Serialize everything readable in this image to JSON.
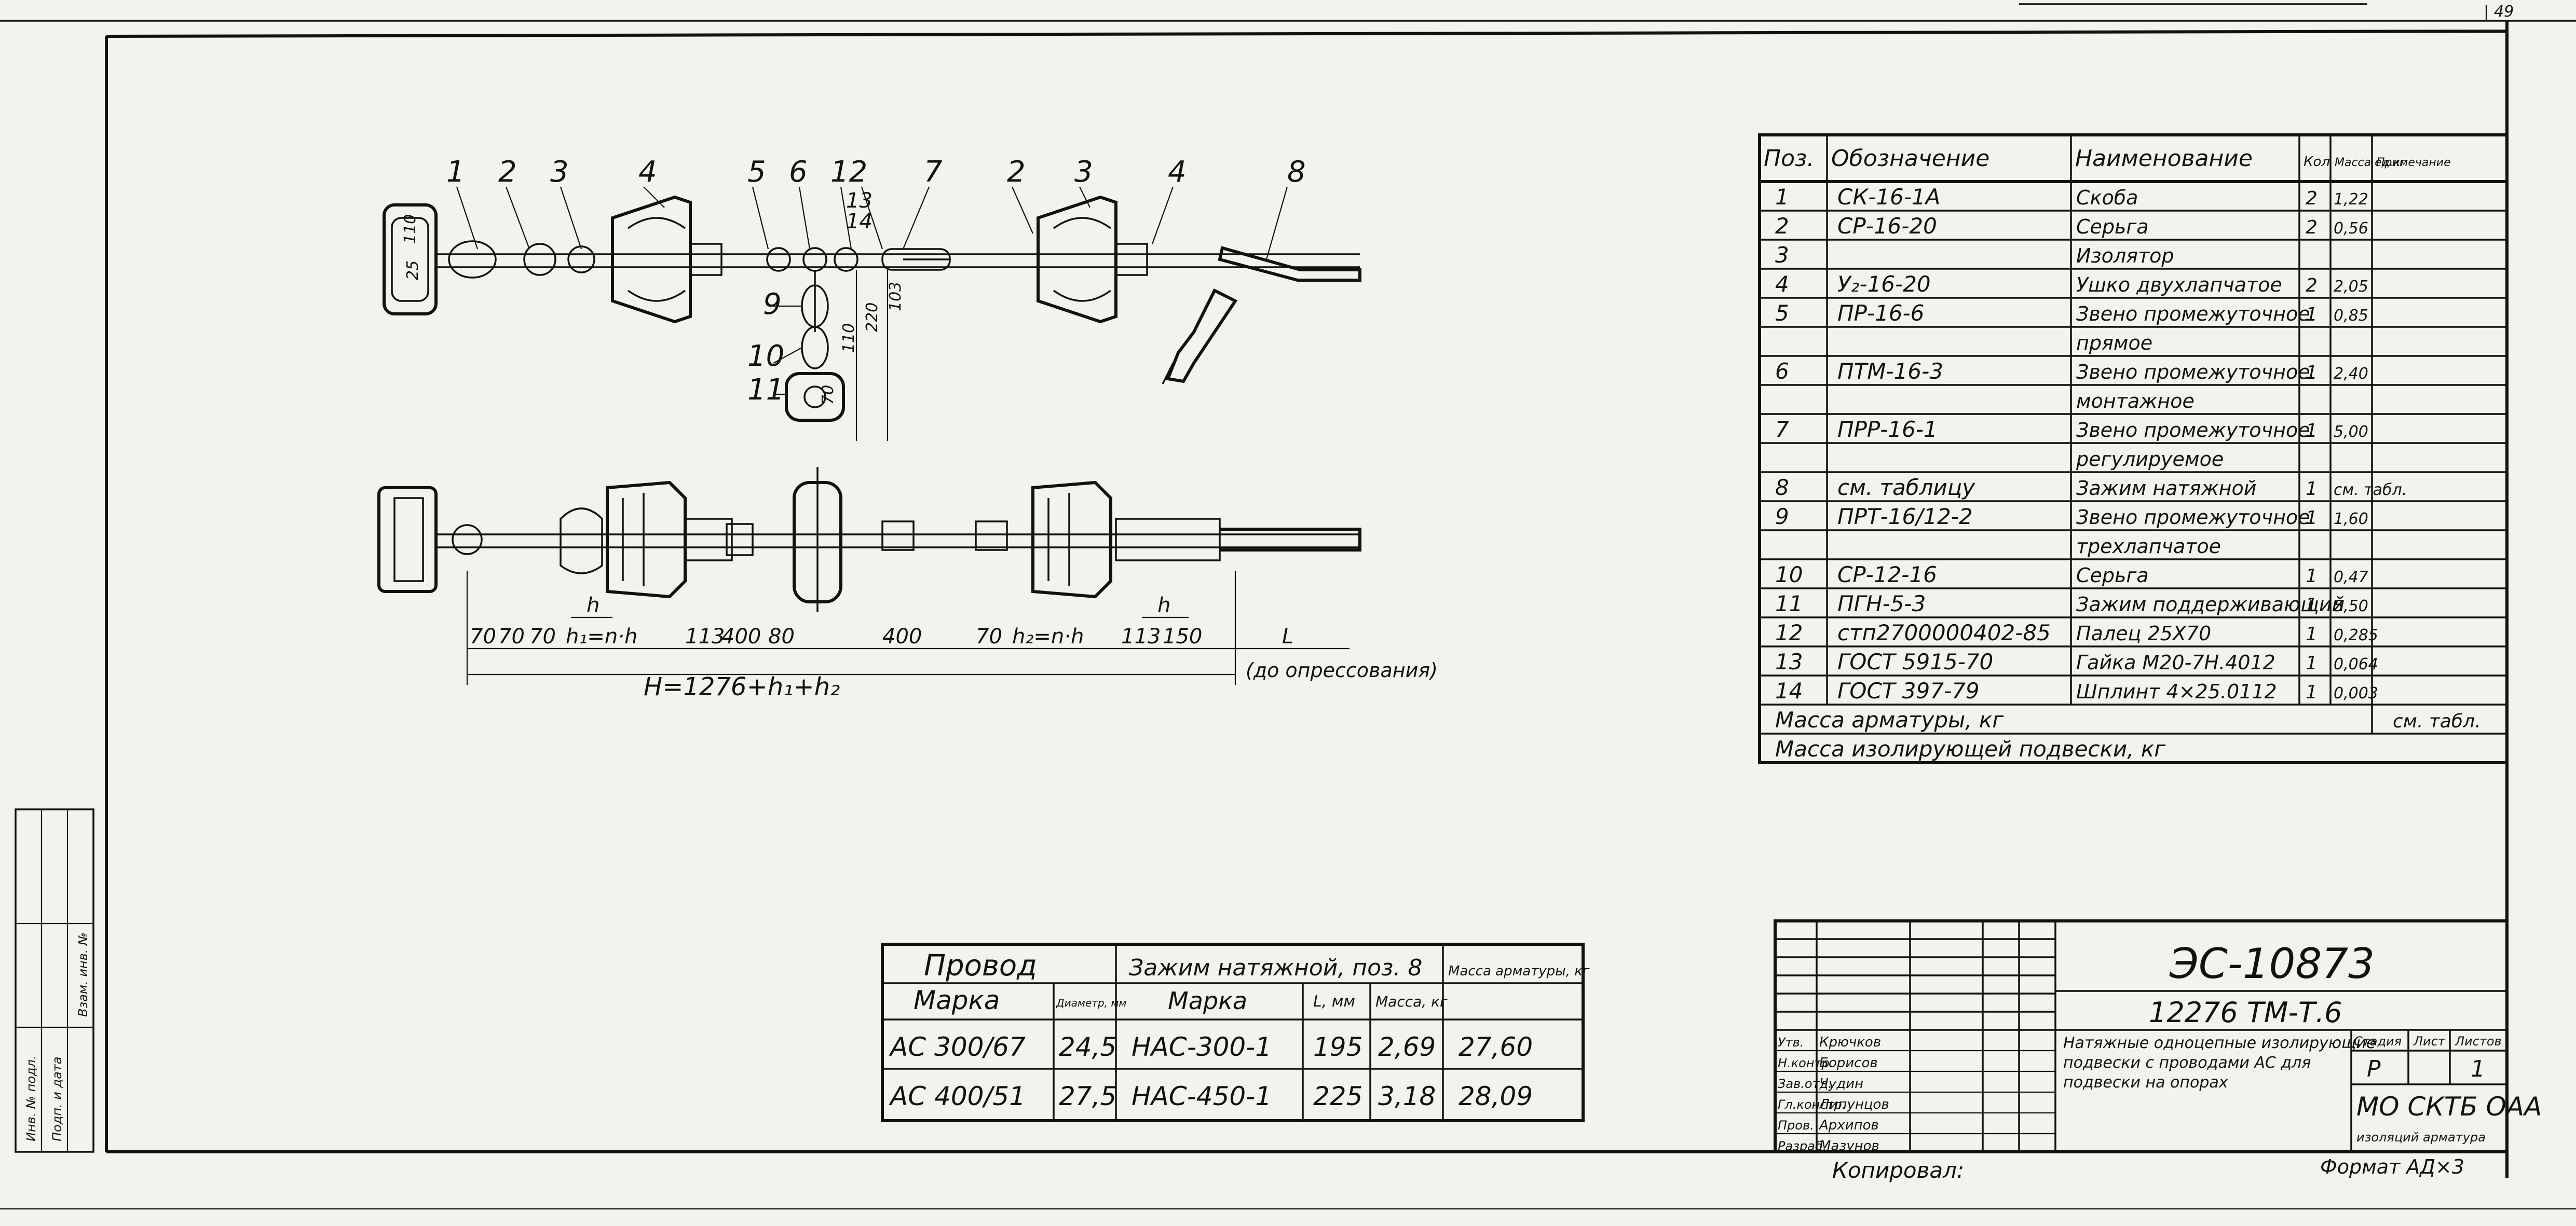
{
  "sheet": {
    "page_number": "49"
  },
  "drawing": {
    "callouts": [
      "1",
      "2",
      "3",
      "4",
      "5",
      "6",
      "12",
      "13",
      "14",
      "7",
      "2",
      "3",
      "4",
      "8",
      "9",
      "10",
      "11"
    ],
    "dims_small": [
      "25",
      "110",
      "70",
      "110",
      "220",
      "103"
    ],
    "dims_bottom": [
      "70",
      "70",
      "70",
      "h₁=n·h",
      "113",
      "400",
      "80",
      "400",
      "70",
      "h₂=n·h",
      "113",
      "150",
      "L",
      "h"
    ],
    "dim_total": "H=1276+h₁+h₂",
    "dim_note": "(до опрессования)"
  },
  "spec_table": {
    "headers": [
      "Поз.",
      "Обозначение",
      "Наименование",
      "Кол",
      "Масса ед.кг",
      "Примечание"
    ],
    "rows": [
      [
        "1",
        "СК-16-1А",
        "Скоба",
        "2",
        "1,22",
        ""
      ],
      [
        "2",
        "СР-16-20",
        "Серьга",
        "2",
        "0,56",
        ""
      ],
      [
        "3",
        "",
        "Изолятор",
        "",
        "",
        ""
      ],
      [
        "4",
        "У₂-16-20",
        "Ушко двухлапчатое",
        "2",
        "2,05",
        ""
      ],
      [
        "5",
        "ПР-16-6",
        "Звено промежуточное",
        "1",
        "0,85",
        ""
      ],
      [
        "",
        "",
        "прямое",
        "",
        "",
        ""
      ],
      [
        "6",
        "ПТМ-16-3",
        "Звено промежуточное",
        "1",
        "2,40",
        ""
      ],
      [
        "",
        "",
        "монтажное",
        "",
        "",
        ""
      ],
      [
        "7",
        "ПРР-16-1",
        "Звено промежуточное",
        "1",
        "5,00",
        ""
      ],
      [
        "",
        "",
        "регулируемое",
        "",
        "",
        ""
      ],
      [
        "8",
        "см. таблицу",
        "Зажим натяжной",
        "1",
        "см. табл.",
        ""
      ],
      [
        "9",
        "ПРТ-16/12-2",
        "Звено промежуточное",
        "1",
        "1,60",
        ""
      ],
      [
        "",
        "",
        "трехлапчатое",
        "",
        "",
        ""
      ],
      [
        "10",
        "СР-12-16",
        "Серьга",
        "1",
        "0,47",
        ""
      ],
      [
        "11",
        "ПГН-5-3",
        "Зажим поддерживающий",
        "1",
        "5,50",
        ""
      ],
      [
        "12",
        "стп2700000402-85",
        "Палец 25Х70",
        "1",
        "0,285",
        ""
      ],
      [
        "13",
        "ГОСТ 5915-70",
        "Гайка М20-7Н.4012",
        "1",
        "0,064",
        ""
      ],
      [
        "14",
        "ГОСТ 397-79",
        "Шплинт 4×25.0112",
        "1",
        "0,003",
        ""
      ]
    ],
    "mass_fittings_label": "Масса арматуры, кг",
    "mass_fittings_value": "см. табл.",
    "mass_assembly_label": "Масса изолирующей подвески, кг"
  },
  "wire_table": {
    "group1": "Провод",
    "group2": "Зажим натяжной, поз. 8",
    "group3": "Масса арматуры, кг",
    "sub": [
      "Марка",
      "Диаметр, мм",
      "Марка",
      "L, мм",
      "Масса, кг"
    ],
    "rows": [
      [
        "АС 300/67",
        "24,5",
        "НАС-300-1",
        "195",
        "2,69",
        "27,60"
      ],
      [
        "АС 400/51",
        "27,5",
        "НАС-450-1",
        "225",
        "3,18",
        "28,09"
      ]
    ]
  },
  "title_block": {
    "code": "ЭС-10873",
    "doc": "12276 ТМ-Т.6",
    "description": "Натяжные одноцепные изолирующие подвески с проводами АС для подвески на опорах",
    "hdr": [
      "Стадия",
      "Лист",
      "Листов"
    ],
    "stage": "Р",
    "sheet": "1",
    "org": "МО СКТБ ОАА",
    "org_sub": "изоляций арматура",
    "roles": [
      "Утв.",
      "Н.контр.",
      "Зав.отд.",
      "Гл.констр.",
      "Пров.",
      "Разраб."
    ],
    "names": [
      "Крючков",
      "Борисов",
      "Чудин",
      "Липунцов",
      "Архипов",
      "Мазунов"
    ]
  },
  "footer": {
    "copied": "Копировал:",
    "format": "Формат АД×3"
  },
  "side_stamp": [
    "Инв. № подл.",
    "Подп. и дата",
    "Взам. инв. №"
  ]
}
